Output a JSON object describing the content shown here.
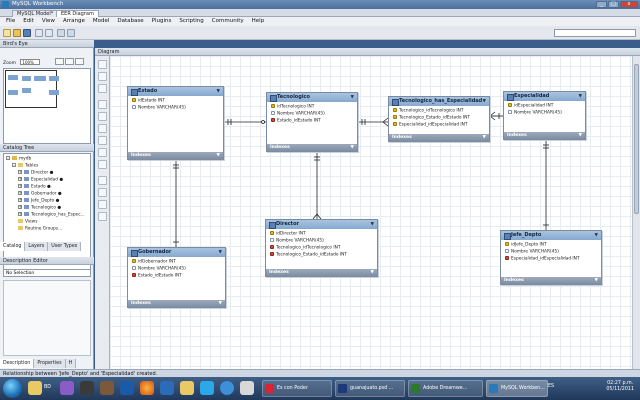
{
  "window": {
    "title": "MySQL Workbench"
  },
  "doc_tabs": [
    "MySQL Model*",
    "EER Diagram"
  ],
  "menu": [
    "File",
    "Edit",
    "View",
    "Arrange",
    "Model",
    "Database",
    "Plugins",
    "Scripting",
    "Community",
    "Help"
  ],
  "panels": {
    "birds_eye": "Bird's Eye",
    "zoom_label": "Zoom",
    "zoom_value": "100%",
    "catalog": "Catalog Tree",
    "desc_editor": "Description Editor",
    "desc_select": "No Selection",
    "diagram": "Diagram"
  },
  "tree": {
    "schema": "mydb",
    "tables_folder": "Tables",
    "tables": [
      "Director ●",
      "Especialidad ●",
      "Estado ●",
      "Gobernador ●",
      "Jefe_Depto ●",
      "Tecnologico ●",
      "Tecnologico_has_Espec..."
    ],
    "views": "Views",
    "routines": "Routine Groups..."
  },
  "left_tabs": [
    "Catalog",
    "Layers",
    "User Types"
  ],
  "bottom_tabs": [
    "Description",
    "Properties",
    "H"
  ],
  "entities": {
    "estado": {
      "name": "Estado",
      "cols": [
        "idEstado INT",
        "Nombre VARCHAR(45)"
      ],
      "indexes": "Indexes"
    },
    "tecnologico": {
      "name": "Tecnologico",
      "cols": [
        "idTecnologico INT",
        "Nombre VARCHAR(45)",
        "Estado_idEstado INT"
      ],
      "indexes": "Indexes"
    },
    "tha": {
      "name": "Tecnologico_has_Especialidad",
      "cols": [
        "Tecnologico_idTecnologico INT",
        "Tecnologico_Estado_idEstado INT",
        "Especialidad_idEspecialidad INT"
      ],
      "indexes": "Indexes"
    },
    "especialidad": {
      "name": "Especialidad",
      "cols": [
        "idEspecialidad INT",
        "Nombre VARCHAR(45)"
      ],
      "indexes": "Indexes"
    },
    "director": {
      "name": "Director",
      "cols": [
        "idDirector INT",
        "Nombre VARCHAR(45)",
        "Tecnologico_idTecnologico INT",
        "Tecnologico_Estado_idEstado INT"
      ],
      "indexes": "Indexes"
    },
    "gobernador": {
      "name": "Gobernador",
      "cols": [
        "idGobernador INT",
        "Nombre VARCHAR(45)",
        "Estado_idEstado INT"
      ],
      "indexes": "Indexes"
    },
    "jefe": {
      "name": "Jefe_Depto",
      "cols": [
        "idJefe_Depto INT",
        "Nombre VARCHAR(45)",
        "Especialidad_idEspecialidad INT"
      ],
      "indexes": "Indexes"
    }
  },
  "status": "Relationship between 'Jefe_Depto' and 'Especialidad' created.",
  "taskbar": {
    "items": [
      "BD",
      "Es con Poder",
      "guanajuato.psd ...",
      "Adobe Dreamwe...",
      "MySQL Workben..."
    ],
    "lang": "ES",
    "time": "02:27 p.m.",
    "date": "05/11/2011"
  },
  "colors": {
    "header": "#86a8cf",
    "pk": "#e7b817",
    "fk": "#d7452d",
    "canvas_grid": "#e7ecf3"
  }
}
